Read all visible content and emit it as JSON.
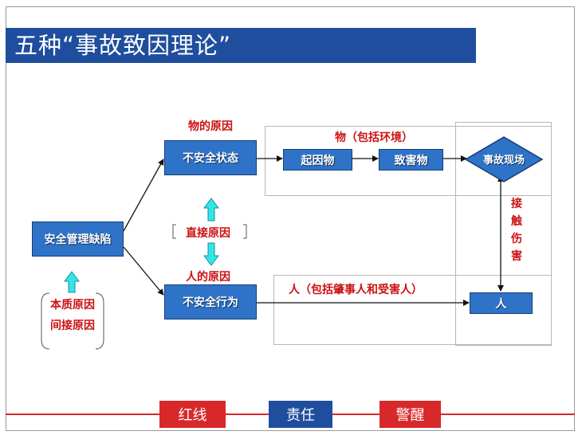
{
  "title": "五种“事故致因理论”",
  "labels": {
    "thing_cause": "物的原因",
    "human_cause": "人的原因",
    "direct_cause": "直接原因",
    "thing_group": "物（包括环境）",
    "human_group": "人（包括肇事人和受害人）",
    "essential_cause": "本质原因",
    "indirect_cause": "间接原因",
    "contact_harm": [
      "接",
      "触",
      "伤",
      "害"
    ]
  },
  "boxes": {
    "management_defect": "安全管理缺陷",
    "unsafe_state": "不安全状态",
    "unsafe_behavior": "不安全行为",
    "origin_object": "起因物",
    "harm_object": "致害物",
    "accident_site": "事故现场",
    "person": "人"
  },
  "footer": {
    "red_line": "红线",
    "responsibility": "责任",
    "alert": "警醒"
  },
  "colors": {
    "title_bar": "#1f4e9e",
    "box_fill": "#2f73c9",
    "label_red": "#cc1111",
    "arrow_cyan": "#33e6e6",
    "footer_red": "#d8282a",
    "footer_blue": "#1f4e9e"
  }
}
